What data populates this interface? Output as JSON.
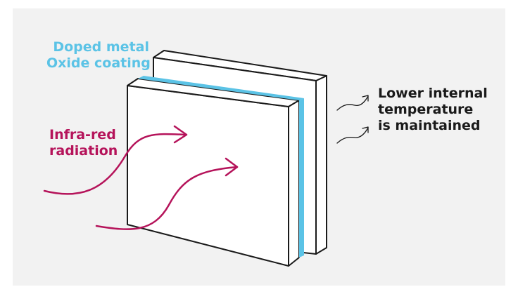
{
  "labels": {
    "coating": [
      "Doped metal",
      "Oxide coating"
    ],
    "radiation": [
      "Infra-red",
      "radiation"
    ],
    "result": [
      "Lower internal",
      "temperature",
      "is maintained"
    ]
  },
  "colors": {
    "background": "#f2f2f2",
    "coating": "#5bc3e6",
    "radiation": "#b5135a",
    "outline": "#1a1a1a",
    "pane_fill": "#ffffff"
  },
  "icons": {
    "radiation_arrows": "curved-arrow-icon",
    "heat_arrows": "wavy-arrow-icon"
  }
}
